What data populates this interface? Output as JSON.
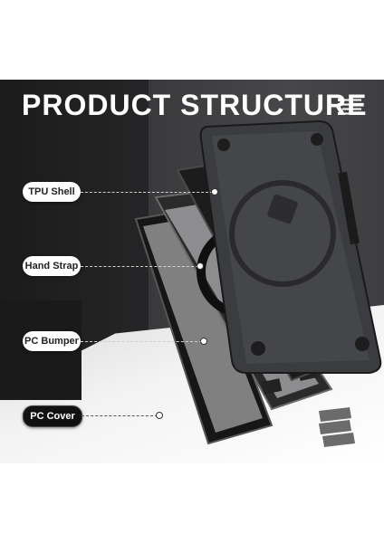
{
  "header": {
    "title": "PRODUCT  STRUCTURE"
  },
  "icons": {
    "menu": "list-icon"
  },
  "labels": [
    {
      "text": "TPU Shell"
    },
    {
      "text": "Hand Strap"
    },
    {
      "text": "PC Bumper"
    },
    {
      "text": "PC Cover"
    }
  ]
}
